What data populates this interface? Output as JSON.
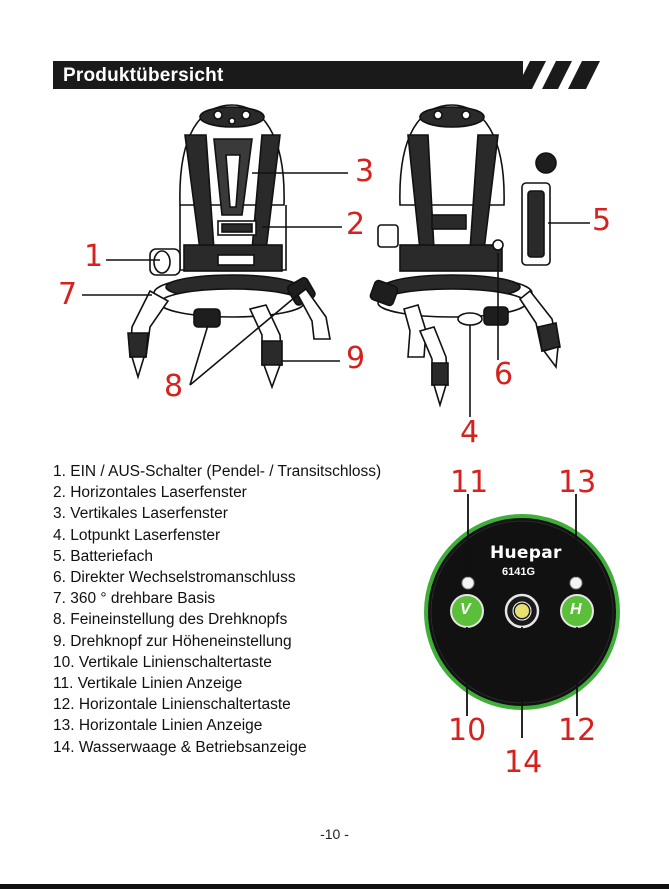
{
  "header": {
    "title": "Produktübersicht"
  },
  "figure_labels": {
    "c1": "1",
    "c2": "2",
    "c3": "3",
    "c4": "4",
    "c5": "5",
    "c6": "6",
    "c7": "7",
    "c8": "8",
    "c9": "9"
  },
  "panel": {
    "brand": "Huepar",
    "model": "6141G",
    "button_v": "V",
    "button_h": "H",
    "c10": "10",
    "c11": "11",
    "c12": "12",
    "c13": "13",
    "c14": "14"
  },
  "parts": [
    "1. EIN / AUS-Schalter (Pendel- / Transitschloss)",
    "2. Horizontales Laserfenster",
    "3. Vertikales Laserfenster",
    "4. Lotpunkt Laserfenster",
    "5. Batteriefach",
    "6. Direkter Wechselstromanschluss",
    "7. 360 ° drehbare Basis",
    "8. Feineinstellung des Drehknopfs",
    "9. Drehknopf zur Höheneinstellung",
    "10. Vertikale Linienschaltertaste",
    "11. Vertikale Linien Anzeige",
    "12. Horizontale Linienschaltertaste",
    "13. Horizontale Linien Anzeige",
    "14. Wasserwaage & Betriebsanzeige"
  ],
  "footer": {
    "page_number": "-10 -"
  },
  "colors": {
    "callout": "#d6221f",
    "button_green": "#5bbf3a",
    "ring_green": "#3faf3a",
    "header_bg": "#1a1a1a"
  }
}
